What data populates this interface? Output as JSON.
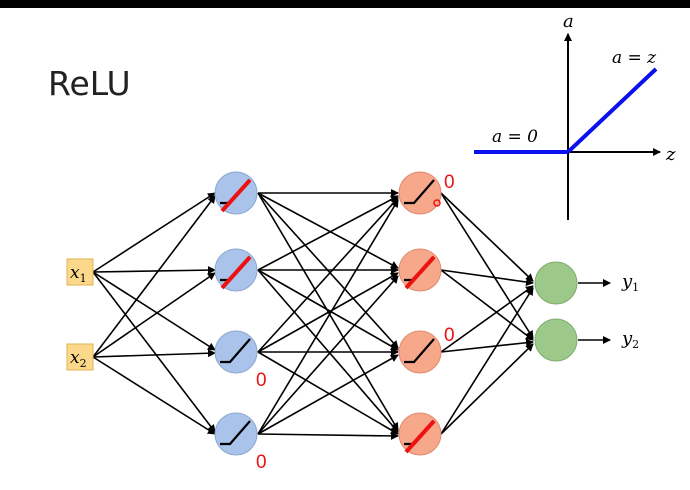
{
  "title": "ReLU",
  "colors": {
    "input_box": "#fcd98a",
    "hidden1": "#a9c3ea",
    "hidden2": "#f7a88a",
    "output": "#9cc889",
    "relu_line": "#0a10ee",
    "zero_mark": "#ee1111"
  },
  "graph": {
    "y_axis_label": "a",
    "x_axis_label": "z",
    "positive_label": "a = z",
    "negative_label": "a = 0"
  },
  "inputs": {
    "x1": {
      "base": "x",
      "sub": "1"
    },
    "x2": {
      "base": "x",
      "sub": "2"
    }
  },
  "outputs": {
    "y1": {
      "base": "y",
      "sub": "1"
    },
    "y2": {
      "base": "y",
      "sub": "2"
    }
  },
  "zero_labels": {
    "l1n3": "0",
    "l1n4": "0",
    "l2n1": "0",
    "l2n3": "0"
  }
}
